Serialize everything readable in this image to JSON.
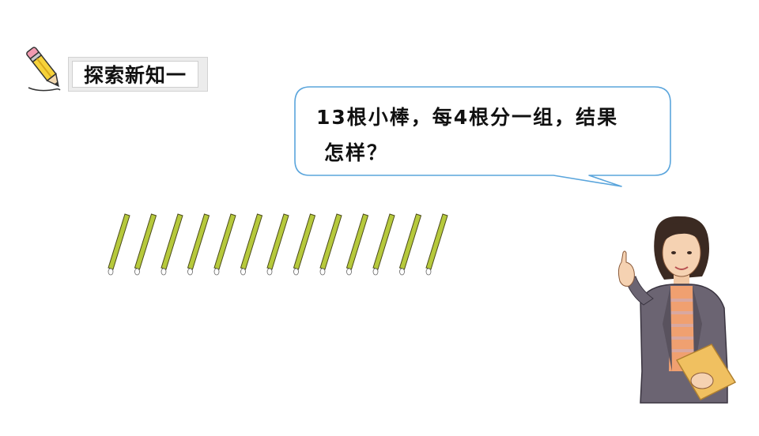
{
  "section": {
    "title": "探索新知一",
    "icon": "pencil-icon"
  },
  "bubble": {
    "line1": "13根小棒，每4根分一组，结果",
    "line2": "怎样？"
  },
  "sticks": {
    "count": 13,
    "color": "#b6c93c",
    "outline": "#4a4a1a"
  },
  "figure": {
    "icon": "teacher-illustration"
  }
}
